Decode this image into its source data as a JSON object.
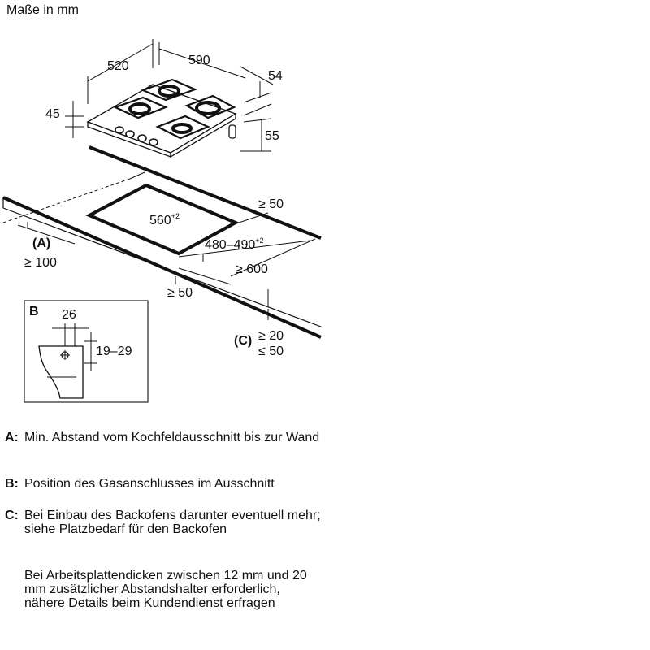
{
  "header": {
    "units": "Maße in mm"
  },
  "dimensions": {
    "depth": "520",
    "width": "590",
    "top_offset": "54",
    "height": "45",
    "side_height": "55",
    "min_back": "≥ 50",
    "cutout_width": "560",
    "cutout_width_tol": "+2",
    "cutout_depth": "480–490",
    "cutout_depth_tol": "+2",
    "min_wall_label": "(A)",
    "min_wall": "≥ 100",
    "min_depth": "≥ 600",
    "min_front": "≥ 50",
    "oven_label": "(C)",
    "oven_min": "≥ 20",
    "oven_max": "≤ 50"
  },
  "detail_b": {
    "label": "B",
    "offset": "26",
    "range": "19–29"
  },
  "legend": [
    {
      "key": "A:",
      "text": "Min. Abstand vom Kochfeldausschnitt bis zur Wand"
    },
    {
      "key": "B:",
      "text": "Position des Gasanschlusses im Ausschnitt"
    },
    {
      "key": "C:",
      "text": "Bei Einbau des Backofens darunter eventuell mehr; siehe Platzbedarf für den Backofen"
    }
  ],
  "note": "Bei Arbeitsplattendicken zwischen 12 mm und 20 mm zusätzlicher Abstandshalter erforderlich, nähere Details beim Kundendienst erfragen"
}
